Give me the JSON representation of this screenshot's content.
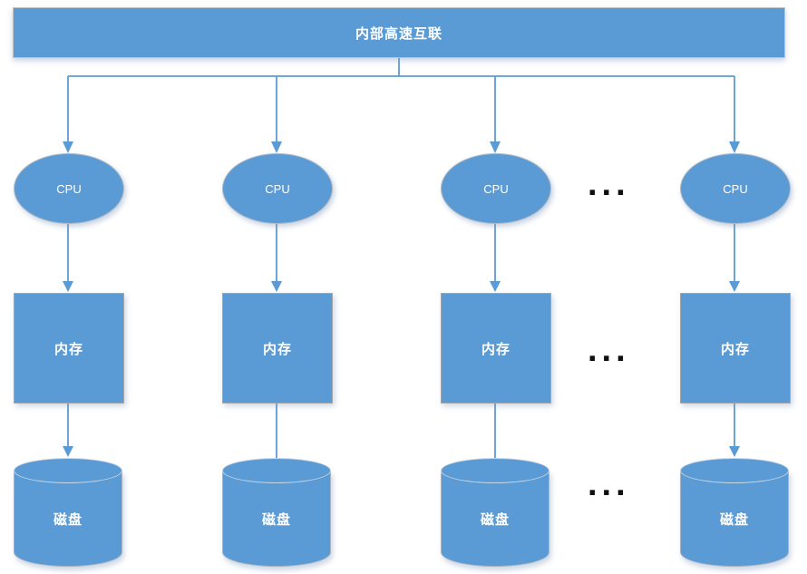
{
  "diagram": {
    "title": "内部高速互联",
    "ellipsis": "...",
    "colors": {
      "node_fill": "#5B9BD5",
      "connector_line": "#5B9BD5",
      "node_border_gray": "#a6a6a6",
      "label_text": "#ffffff",
      "ellipsis_dots": "#0f0f0f"
    },
    "columns": [
      {
        "cpu": "CPU",
        "memory": "内存",
        "disk": "磁盘"
      },
      {
        "cpu": "CPU",
        "memory": "内存",
        "disk": "磁盘"
      },
      {
        "cpu": "CPU",
        "memory": "内存",
        "disk": "磁盘"
      },
      {
        "cpu": "CPU",
        "memory": "内存",
        "disk": "磁盘"
      }
    ]
  }
}
